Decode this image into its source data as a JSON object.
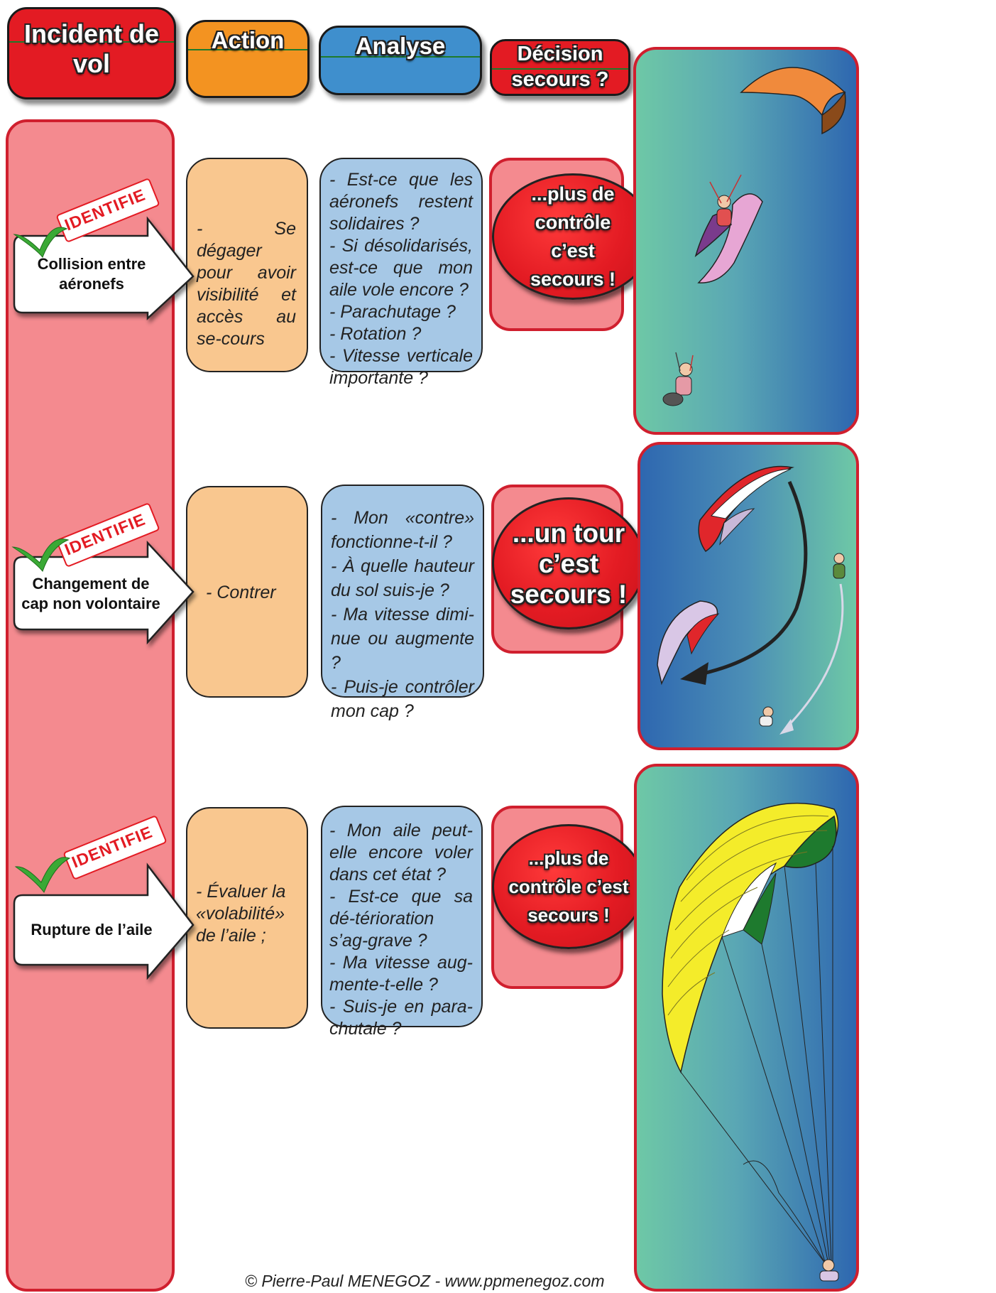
{
  "headers": {
    "incident": "Incident de vol",
    "action": "Action",
    "analyse": "Analyse",
    "decision": "Décision secours ?"
  },
  "rows": [
    {
      "stamp": "IDENTIFIE",
      "incident": "Collision entre aéronefs",
      "action": "- Se dégager pour avoir visibilité et accès au se-cours",
      "analyse": "- Est-ce que les aéronefs restent solidaires ?\n- Si désolidarisés, est-ce que mon aile vole encore ?\n- Parachutage ?\n- Rotation ?\n- Vitesse verticale importante ?",
      "decision": "...plus de contrôle c’est secours !"
    },
    {
      "stamp": "IDENTIFIE",
      "incident": "Changement de cap non volontaire",
      "action": "- Contrer",
      "analyse": "- Mon «contre» fonctionne-t-il ?\n- À quelle hauteur du sol suis-je ?\n- Ma vitesse dimi-nue ou augmente ?\n- Puis-je contrôler mon cap ?",
      "decision": "...un tour c’est secours !"
    },
    {
      "stamp": "IDENTIFIE",
      "incident": "Rupture de l’aile",
      "action": "- Évaluer la «volabilité» de l’aile ;",
      "analyse": "- Mon aile peut-elle encore voler dans cet état ?\n- Est-ce que sa dé-térioration s’ag-grave ?\n- Ma vitesse aug-mente-t-elle ?\n- Suis-je en para-chutale ?",
      "decision": "...plus de contrôle c’est secours !"
    }
  ],
  "copyright": "© Pierre-Paul MENEGOZ - www.ppmenegoz.com",
  "colors": {
    "incident": "#e31b23",
    "action": "#f39321",
    "analyse": "#3f8fcd",
    "decision": "#e31b23",
    "panel_pink": "#f48a8f",
    "action_light": "#f9c78f",
    "analyse_light": "#a6c8e6",
    "check": "#3aa935"
  }
}
